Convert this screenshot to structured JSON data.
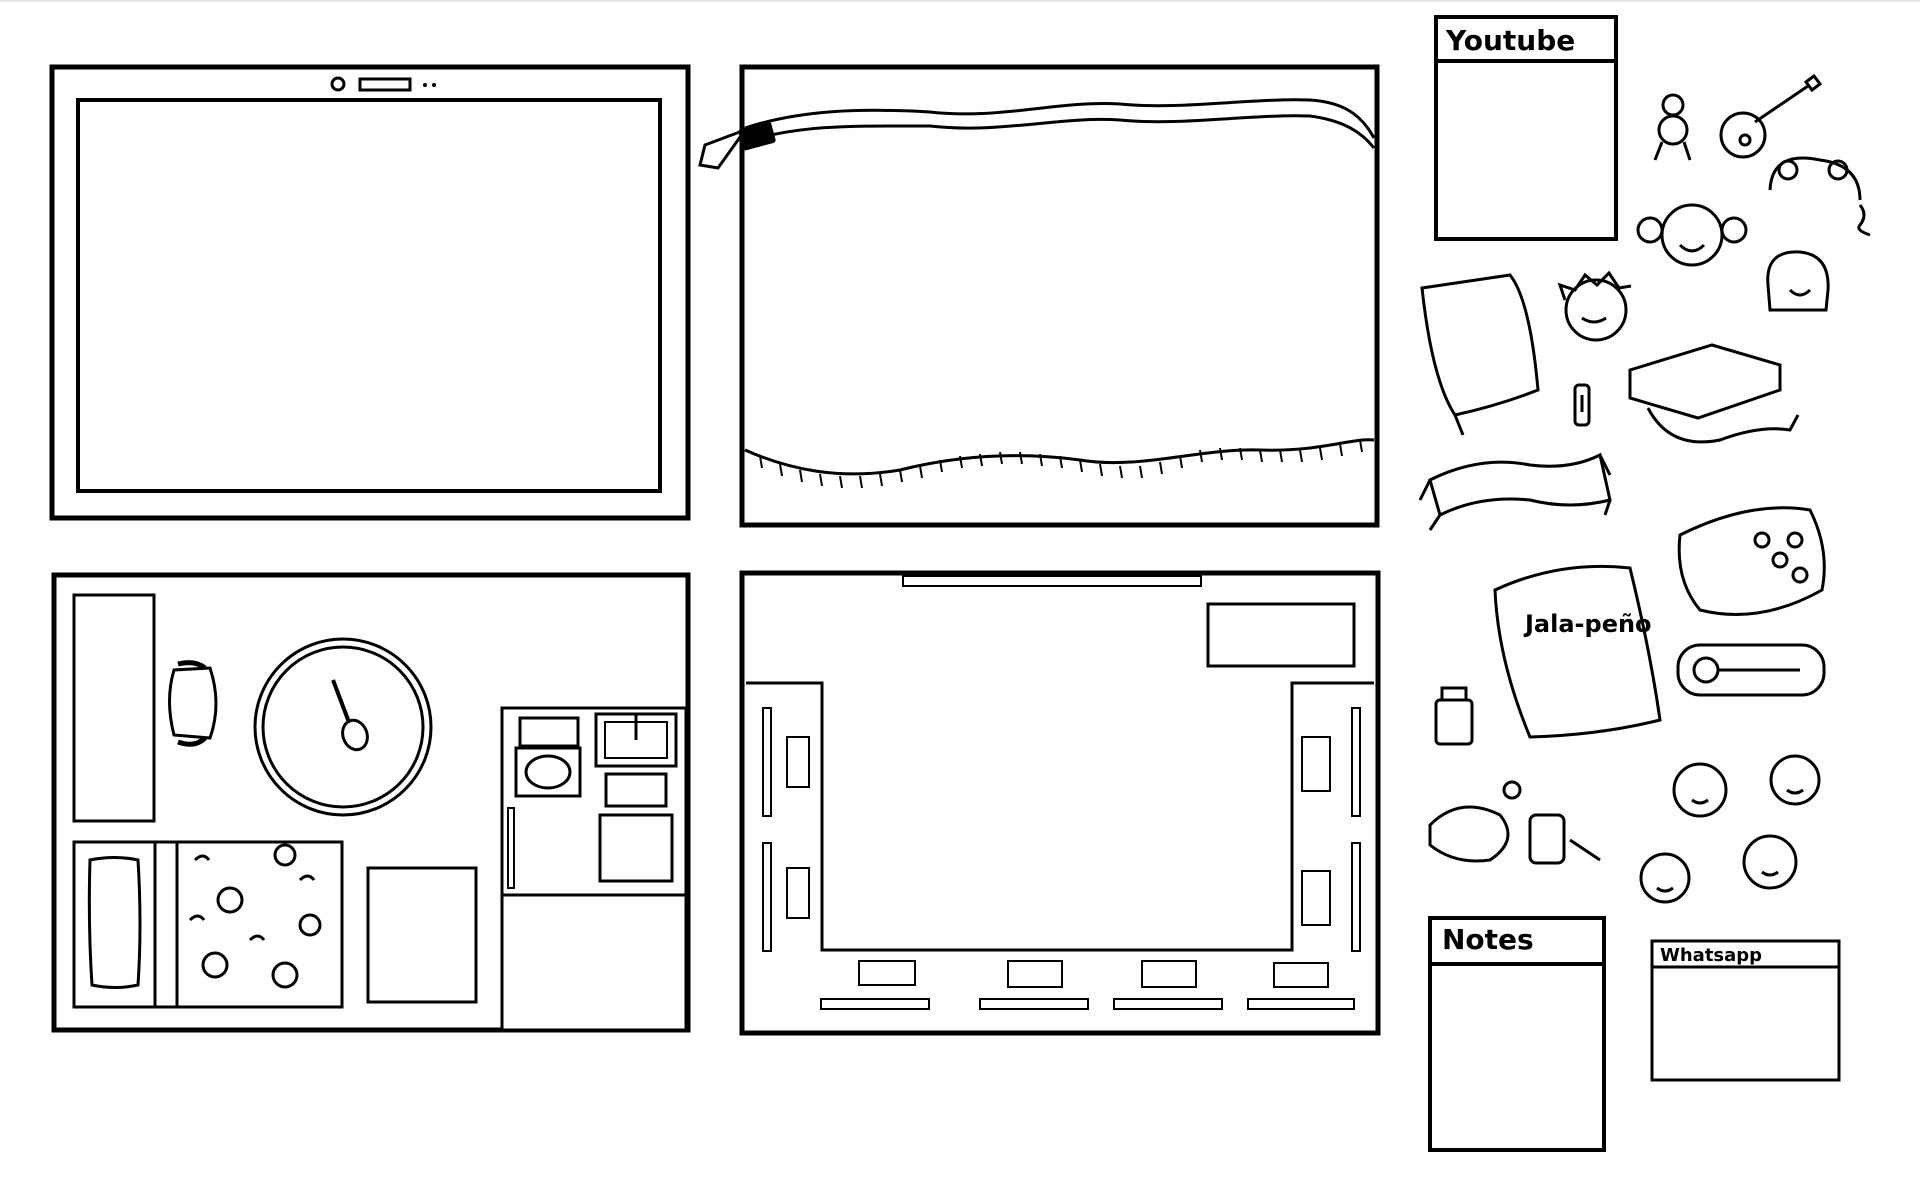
{
  "panels": {
    "tablet": {
      "icon": "tablet-device-icon"
    },
    "bag": {
      "icon": "zipper-pouch-icon"
    },
    "bedroom": {
      "icon": "bedroom-floorplan-icon"
    },
    "classroom": {
      "icon": "classroom-floorplan-icon"
    }
  },
  "apps": {
    "youtube": {
      "title": "Youtube"
    },
    "notes": {
      "title": "Notes"
    },
    "whatsapp": {
      "title": "Whatsapp"
    }
  },
  "stickers": {
    "snack_bag_text": "Jala-peño",
    "items": [
      "teddy-bear-icon",
      "guitar-icon",
      "frog-hat-icon",
      "girl-face-icon",
      "boy-face-icon",
      "curly-face-icon",
      "notebook-icon",
      "earbud-icon",
      "power-bank-icon",
      "scarf-icon",
      "lunchbox-icon",
      "chips-bag-icon",
      "spoon-case-icon",
      "bottle-icon",
      "keychain-icon"
    ]
  },
  "colors": {
    "ink": "#000000",
    "paper": "#ffffff"
  }
}
